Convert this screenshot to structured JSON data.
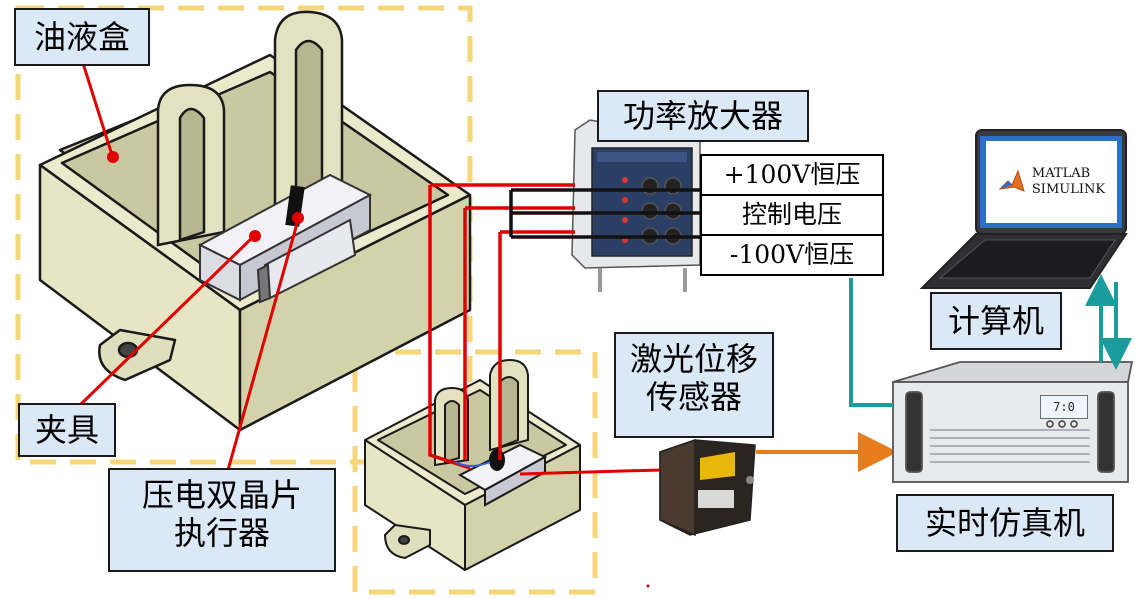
{
  "labels": {
    "oil_box": "油液盒",
    "clamp": "夹具",
    "actuator": "压电双晶片\n执行器",
    "power_amp": "功率放大器",
    "laser_sensor": "激光位移\n传感器",
    "computer": "计算机",
    "realtime_sim": "实时仿真机"
  },
  "signals": {
    "plus": "+100V恒压",
    "control": "控制电压",
    "minus": "-100V恒压"
  },
  "laptop_screen": {
    "line1": "MATLAB",
    "line2": "SIMULINK"
  },
  "simulator_display": "7:0",
  "colors": {
    "label_fill": "#dbe9f7",
    "dashed_frame": "#f5d77a",
    "pointer_red": "#e00000",
    "signal_wire": "#111111",
    "teal_link": "#1a9c9c",
    "orange_link": "#e87d1e",
    "box_olive": "#e9e8c6"
  }
}
